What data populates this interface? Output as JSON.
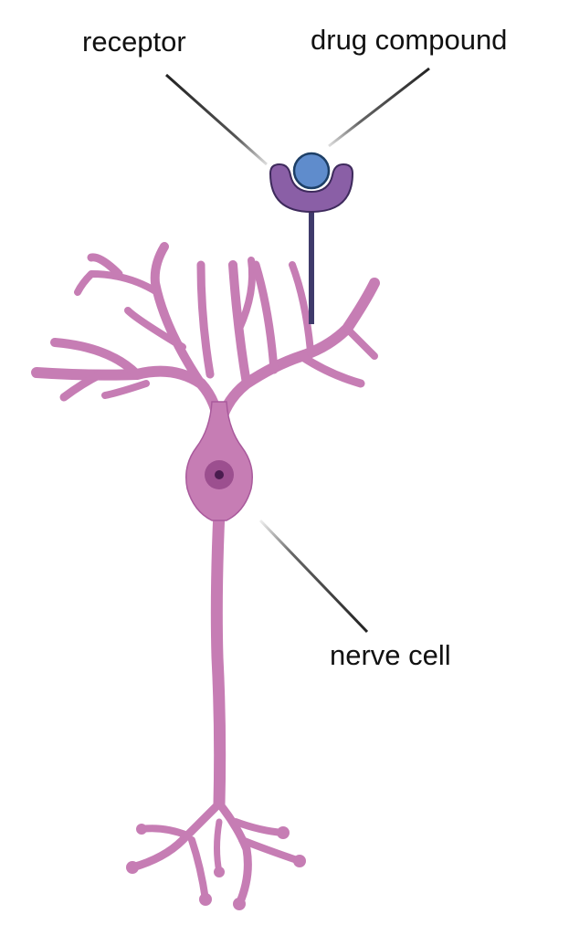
{
  "labels": {
    "receptor": "receptor",
    "drug_compound": "drug compound",
    "nerve_cell": "nerve cell"
  },
  "colors": {
    "neuron_fill": "#c67db4",
    "neuron_edge": "#a95a9c",
    "nucleus": "#9c4f8f",
    "nucleolus": "#4a1c4f",
    "receptor_fill": "#8a5fa6",
    "receptor_edge": "#3e2a5c",
    "drug_fill": "#5f8ccc",
    "drug_edge": "#1d3f66",
    "stem": "#3f3a6b"
  }
}
